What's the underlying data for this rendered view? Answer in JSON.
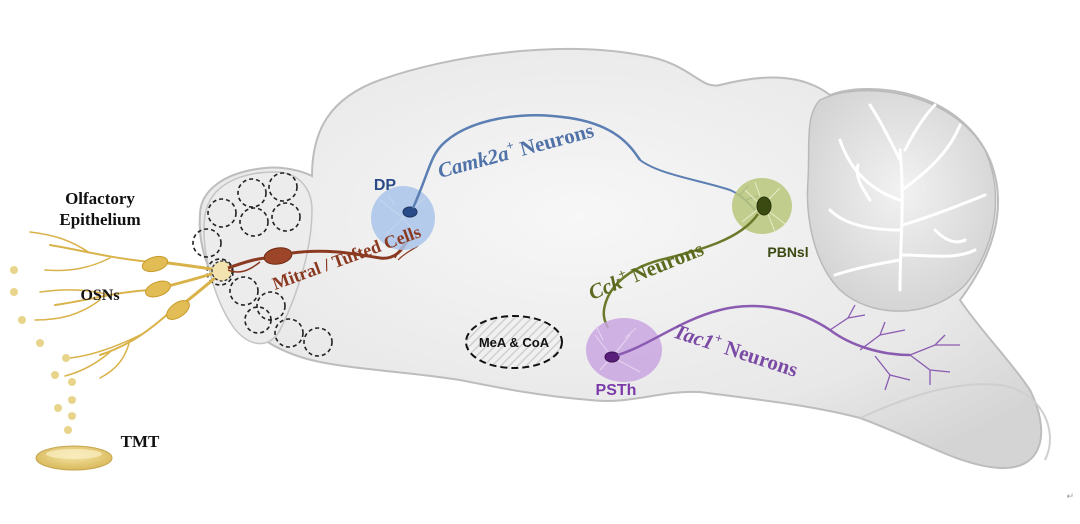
{
  "labels": {
    "olfactory_line1": "Olfactory",
    "olfactory_line2": "Epithelium",
    "osns": "OSNs",
    "tmt": "TMT",
    "mitral": "Mitral / Tufted Cells",
    "dp": "DP",
    "camk2a_gene": "Camk2a",
    "camk2a_sup": "+",
    "camk2a_rest": " Neurons",
    "cck_gene": "Cck",
    "cck_sup": "+",
    "cck_rest": " Neurons",
    "pbnsl": "PBNsl",
    "tac1_gene": "Tac1",
    "tac1_sup": "+",
    "tac1_rest": " Neurons",
    "psth": "PSTh",
    "mea_coa": "MeA & CoA",
    "return_mark": "↵"
  },
  "colors": {
    "brain_fill": "#ececec",
    "brain_stroke": "#b5b5b5",
    "osn": "#d9b24a",
    "mitral": "#8b3a22",
    "camk2a": "#5b7fb3",
    "cck": "#6b7a2a",
    "tac1": "#8a5bb0",
    "dp_halo": "#a9c4ea",
    "pbn_halo": "#b9c77a",
    "psth_halo": "#c9a6e0"
  },
  "icons": {
    "tmt_droplet": "tmt-droplet-icon",
    "neuron": "neuron-icon"
  }
}
